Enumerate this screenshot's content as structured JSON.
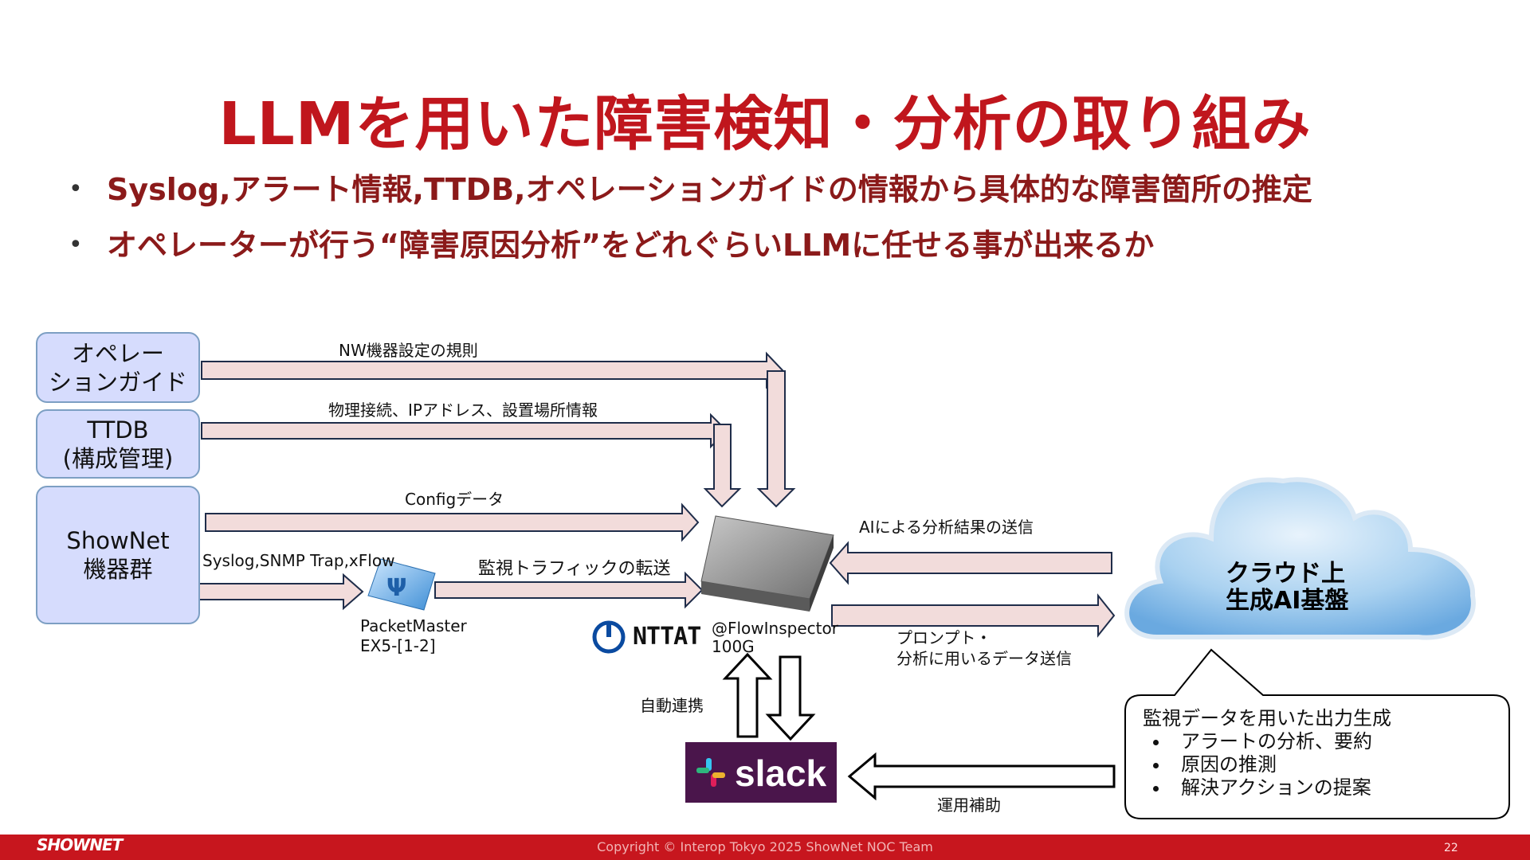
{
  "slide": {
    "title": "LLMを用いた障害検知・分析の取り組み",
    "bullets": [
      "Syslog,アラート情報,TTDB,オペレーションガイドの情報から具体的な障害箇所の推定",
      "オペレーターが行う“障害原因分析”をどれぐらいLLMに任せる事が出来るか"
    ]
  },
  "boxes": {
    "operation_guide": [
      "オペレー",
      "ションガイド"
    ],
    "ttdb": [
      "TTDB",
      "(構成管理)"
    ],
    "shownet": [
      "ShowNet",
      "機器群"
    ]
  },
  "labels": {
    "nw_rules": "NW機器設定の規則",
    "physical": "物理接続、IPアドレス、設置場所情報",
    "config": "Configデータ",
    "syslog": "Syslog,SNMP Trap,xFlow",
    "mirror": "監視トラフィックの転送",
    "packetmaster": [
      "PacketMaster",
      "EX5-[1-2]"
    ],
    "flowinspector": [
      "@FlowInspector",
      "100G"
    ],
    "ai_result": "AIによる分析結果の送信",
    "prompt": [
      "プロンプト・",
      "分析に用いるデータ送信"
    ],
    "auto_link": "自動連携",
    "ops_support": "運用補助"
  },
  "cloud": {
    "text": [
      "クラウド上",
      "生成AI基盤"
    ]
  },
  "callout": {
    "heading": "監視データを用いた出力生成",
    "items": [
      "アラートの分析、要約",
      "原因の推測",
      "解決アクションの提案"
    ]
  },
  "logos": {
    "ntt": "NTTAT",
    "slack": "slack",
    "shownet": "SHOWNET"
  },
  "footer": {
    "copyright": "Copyright © Interop Tokyo 2025 ShowNet NOC Team",
    "page": "22"
  },
  "colors": {
    "title_red": "#c0161d",
    "bullet_red": "#8b1a1a",
    "arrow_fill": "#f2dcdb",
    "arrow_stroke": "#1f2d4a",
    "box_fill": "#d6dcfd",
    "footer_red": "#c7161e",
    "slack_purple": "#4a154b"
  }
}
